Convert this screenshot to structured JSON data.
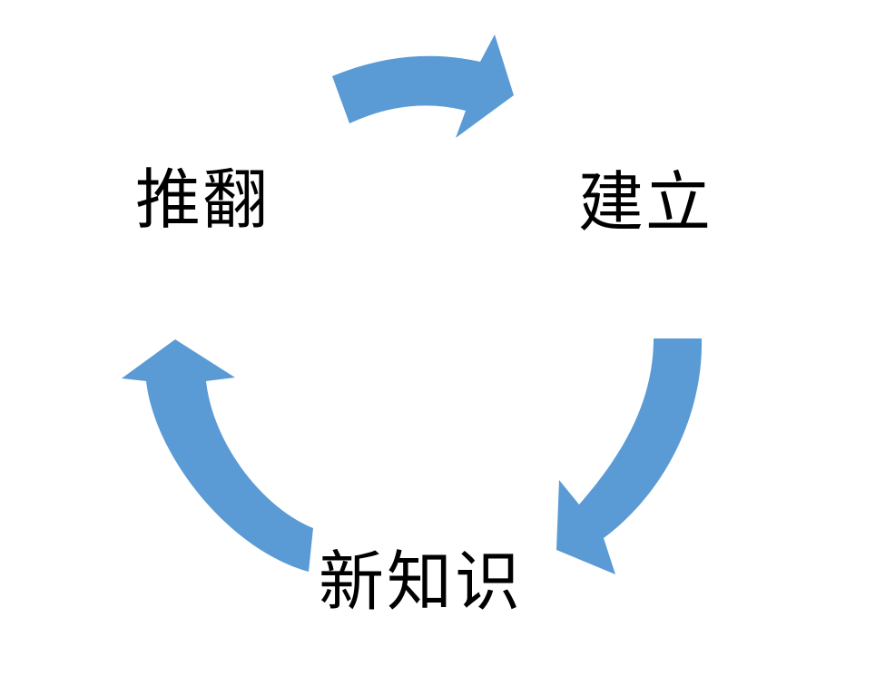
{
  "page": {
    "background_color": "#ffffff"
  },
  "diagram": {
    "type": "cycle",
    "direction": "clockwise",
    "arrow_color": "#5B9BD5",
    "text_color": "#000000",
    "nodes": [
      {
        "label": "推翻",
        "position": "top-left"
      },
      {
        "label": "建立",
        "position": "top-right"
      },
      {
        "label": "新知识",
        "position": "bottom-center"
      }
    ],
    "arrows": [
      {
        "name": "top-arrow",
        "from": "推翻",
        "to": "建立",
        "shape": "curved-right-arrow"
      },
      {
        "name": "right-arrow",
        "from": "建立",
        "to": "新知识",
        "shape": "curved-down-left-arrow"
      },
      {
        "name": "left-arrow",
        "from": "新知识",
        "to": "推翻",
        "shape": "curved-up-arrow"
      }
    ]
  }
}
